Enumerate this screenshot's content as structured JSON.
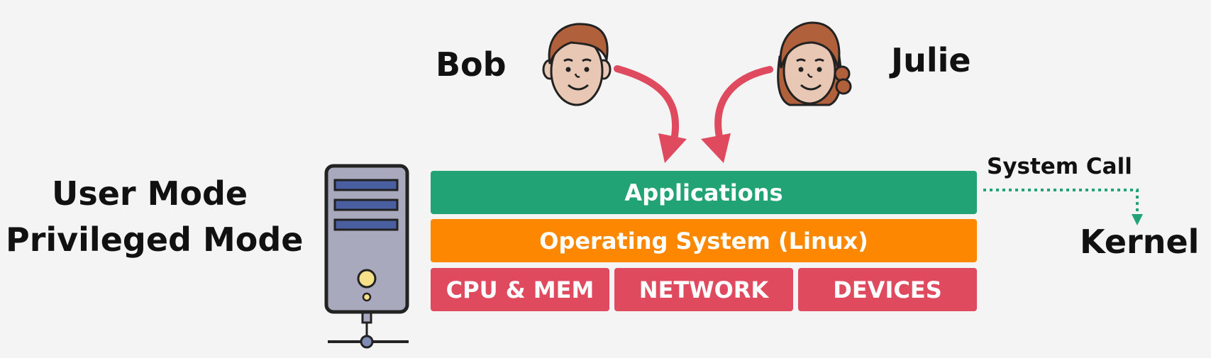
{
  "people": {
    "bob": "Bob",
    "julie": "Julie"
  },
  "modes": {
    "user": "User Mode",
    "privileged": "Privileged Mode"
  },
  "layers": {
    "applications": "Applications",
    "operating_system": "Operating System (Linux)",
    "hardware": [
      "CPU & MEM",
      "NETWORK",
      "DEVICES"
    ]
  },
  "system_call": "System Call",
  "kernel": "Kernel",
  "colors": {
    "applications": "#21a376",
    "operating_system": "#fd8800",
    "hardware": "#e04a5f",
    "arrow": "#e04a5f",
    "system_call_arrow": "#21a376"
  },
  "icons": [
    "person-bob-icon",
    "person-julie-icon",
    "server-tower-icon",
    "arrow-icon",
    "dotted-arrow-icon"
  ]
}
